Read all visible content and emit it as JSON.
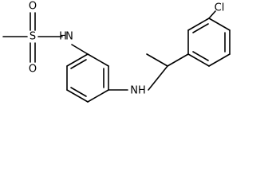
{
  "structure": {
    "atoms": {
      "sulfur": "S",
      "oxygen_top": "O",
      "oxygen_bottom": "O",
      "sulfonamide_nh": "N",
      "sulfonamide_h": "H",
      "amine_nh": "NH",
      "chlorine": "Cl"
    }
  }
}
